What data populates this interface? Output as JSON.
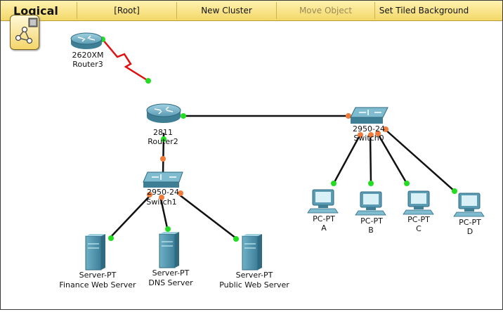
{
  "toolbar": {
    "mode": "Logical",
    "root": "[Root]",
    "new_cluster": "New Cluster",
    "move_object": "Move Object",
    "set_tiled_background": "Set Tiled Background"
  },
  "colors": {
    "toolbar_bg": "#f5dc78",
    "serial_link": "#e01010",
    "ethernet_link": "#111111",
    "port_up": "#22dd22",
    "port_pending": "#f07b3a",
    "device_blue": "#4a8fa8"
  },
  "devices": {
    "router3": {
      "model": "2620XM",
      "name": "Router3",
      "icon": "router-icon"
    },
    "router2": {
      "model": "2811",
      "name": "Router2",
      "icon": "router-icon"
    },
    "switch1": {
      "model": "2950-24",
      "name": "Switch1",
      "icon": "switch-icon"
    },
    "switch0": {
      "model": "2950-24",
      "name": "Switch0",
      "icon": "switch-icon"
    },
    "server_finance": {
      "model": "Server-PT",
      "name": "Finance Web Server",
      "icon": "server-icon"
    },
    "server_dns": {
      "model": "Server-PT",
      "name": "DNS Server",
      "icon": "server-icon"
    },
    "server_public": {
      "model": "Server-PT",
      "name": "Public Web Server",
      "icon": "server-icon"
    },
    "pc_a": {
      "model": "PC-PT",
      "name": "A",
      "icon": "pc-icon"
    },
    "pc_b": {
      "model": "PC-PT",
      "name": "B",
      "icon": "pc-icon"
    },
    "pc_c": {
      "model": "PC-PT",
      "name": "C",
      "icon": "pc-icon"
    },
    "pc_d": {
      "model": "PC-PT",
      "name": "D",
      "icon": "pc-icon"
    }
  }
}
